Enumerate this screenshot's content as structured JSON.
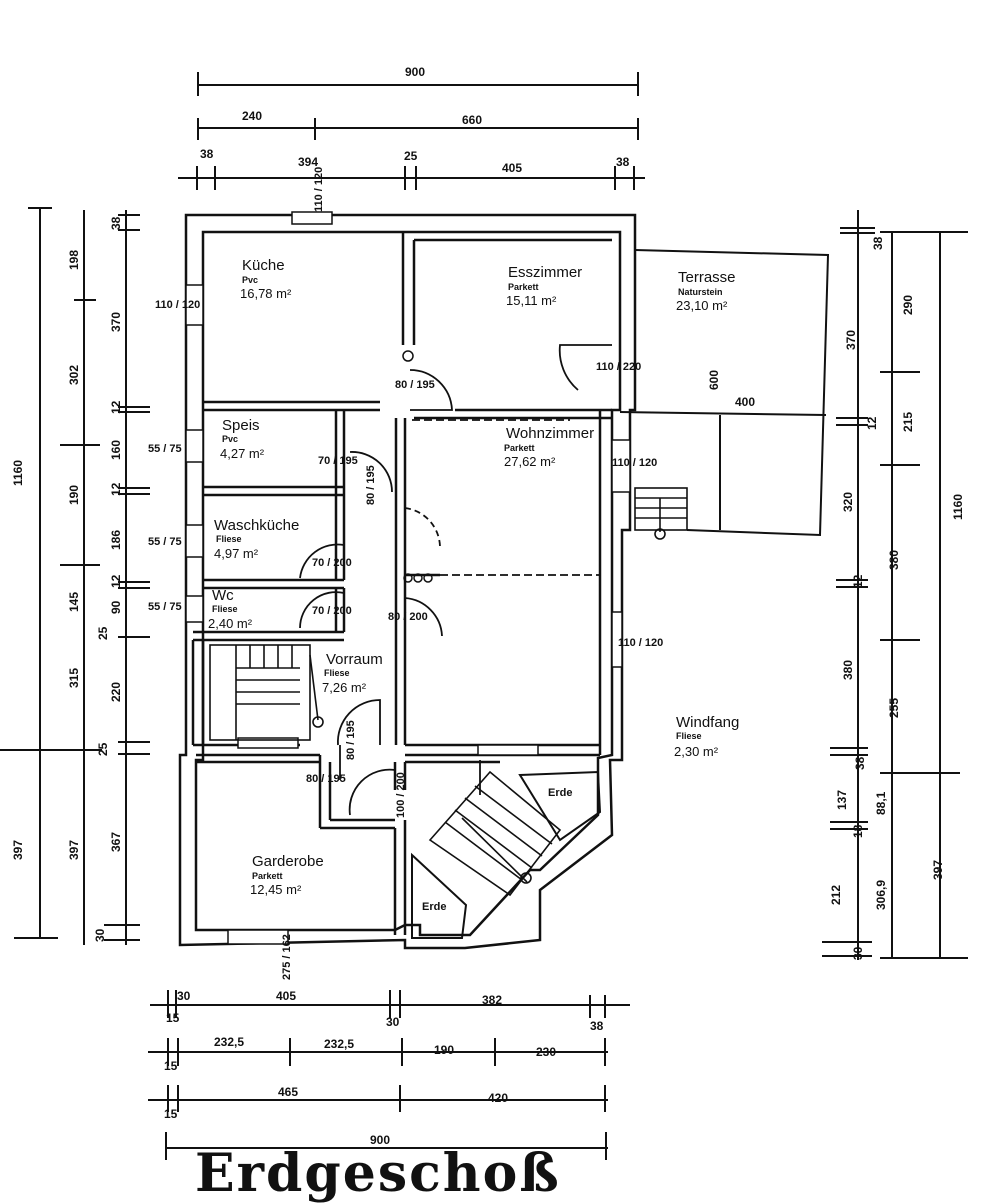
{
  "title": "Erdgeschoß",
  "rooms": {
    "kueche": {
      "name": "Küche",
      "floor": "Pvc",
      "area": "16,78 m²"
    },
    "esszimmer": {
      "name": "Esszimmer",
      "floor": "Parkett",
      "area": "15,11 m²"
    },
    "terrasse": {
      "name": "Terrasse",
      "floor": "Naturstein",
      "area": "23,10 m²"
    },
    "speis": {
      "name": "Speis",
      "floor": "Pvc",
      "area": "4,27 m²"
    },
    "wohnzimmer": {
      "name": "Wohnzimmer",
      "floor": "Parkett",
      "area": "27,62 m²"
    },
    "waschkueche": {
      "name": "Waschküche",
      "floor": "Fliese",
      "area": "4,97 m²"
    },
    "wc": {
      "name": "Wc",
      "floor": "Fliese",
      "area": "2,40 m²"
    },
    "vorraum": {
      "name": "Vorraum",
      "floor": "Fliese",
      "area": "7,26 m²"
    },
    "windfang": {
      "name": "Windfang",
      "floor": "Fliese",
      "area": "2,30 m²"
    },
    "garderobe": {
      "name": "Garderobe",
      "floor": "Parkett",
      "area": "12,45 m²"
    },
    "erde1": {
      "name": "Erde"
    },
    "erde2": {
      "name": "Erde"
    }
  },
  "openings": {
    "k_window": "110 / 120",
    "k_top_window": "110 / 120",
    "k_door": "80 / 195",
    "e_door": "110 / 220",
    "speis_window": "55 / 75",
    "speis_door": "70 / 195",
    "speis_door2": "80 / 195",
    "w_window": "110 / 120",
    "wk_window": "55 / 75",
    "wk_door": "70 / 200",
    "wc_window": "55 / 75",
    "wc_door": "70 / 200",
    "v_door": "80 / 200",
    "w2_window": "110 / 120",
    "v_door2": "80 / 195",
    "g_door": "80 / 195",
    "wf_door": "100 / 200",
    "g_window": "275 / 162"
  },
  "terrace_dims": {
    "depth": "600",
    "width": "400"
  },
  "dims_top": {
    "row1": [
      "900"
    ],
    "row2": [
      "240",
      "660"
    ],
    "row3": [
      "38",
      "394",
      "25",
      "405",
      "38"
    ]
  },
  "dims_bottom": {
    "row1": [
      "30",
      "15",
      "405",
      "30",
      "382",
      "38"
    ],
    "row2": [
      "15",
      "232,5",
      "232,5",
      "190",
      "230"
    ],
    "row3": [
      "15",
      "465",
      "420"
    ],
    "row4": [
      "900"
    ]
  },
  "dims_left": {
    "outer": [
      "1160",
      "397"
    ],
    "mid": [
      "198",
      "302",
      "190",
      "145",
      "315",
      "397"
    ],
    "inner": [
      "38",
      "370",
      "12",
      "160",
      "12",
      "186",
      "12",
      "90",
      "25",
      "220",
      "25",
      "367",
      "30"
    ]
  },
  "dims_right": {
    "inner": [
      "38",
      "370",
      "12",
      "320",
      "12",
      "380",
      "38",
      "137",
      "18",
      "212",
      "30"
    ],
    "mid": [
      "290",
      "215",
      "380",
      "255",
      "88,1",
      "306,9"
    ],
    "outer": [
      "1160",
      "397"
    ]
  }
}
